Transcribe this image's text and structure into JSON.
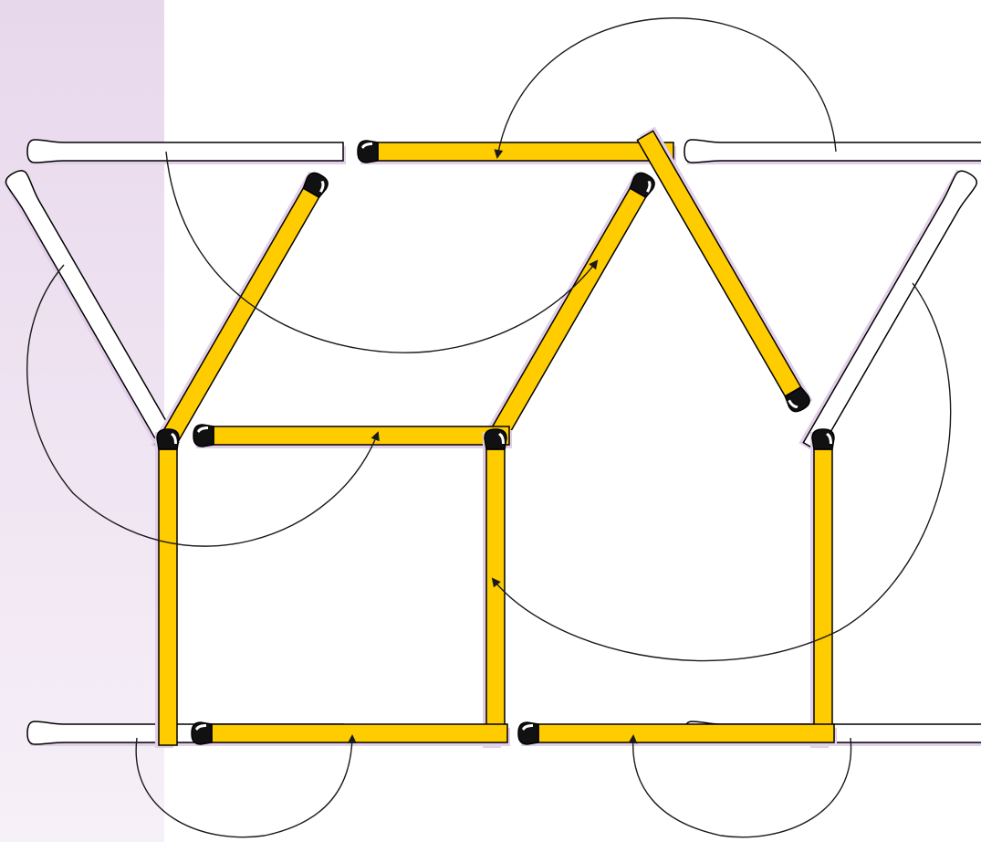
{
  "puzzle": {
    "colors": {
      "background": "#ffffff",
      "side_band_top": "#e8d8ec",
      "side_band_bottom": "#f6f0f8",
      "shadow": "#e2cfe9",
      "match_stick": "#ffcc00",
      "match_head": "#111111",
      "removed_match_fill": "#ffffff",
      "outline": "#000000",
      "arrow": "#1a1a1a"
    },
    "matches": [
      {
        "id": "top-middle",
        "state": "kept"
      },
      {
        "id": "top-left-removed",
        "state": "moved"
      },
      {
        "id": "top-right-removed",
        "state": "moved"
      },
      {
        "id": "left-diagonal-removed",
        "state": "moved"
      },
      {
        "id": "left-diagonal-kept",
        "state": "kept"
      },
      {
        "id": "center-diagonal",
        "state": "kept"
      },
      {
        "id": "right-diagonal-kept",
        "state": "kept"
      },
      {
        "id": "right-diagonal-removed",
        "state": "moved"
      },
      {
        "id": "middle-horizontal",
        "state": "kept"
      },
      {
        "id": "left-vertical",
        "state": "kept"
      },
      {
        "id": "middle-vertical",
        "state": "kept"
      },
      {
        "id": "right-vertical",
        "state": "kept"
      },
      {
        "id": "bottom-left-removed",
        "state": "moved"
      },
      {
        "id": "bottom-left-kept",
        "state": "kept"
      },
      {
        "id": "bottom-right-kept",
        "state": "kept"
      },
      {
        "id": "bottom-right-removed",
        "state": "moved"
      }
    ],
    "moves": [
      {
        "from": "top-right-removed",
        "to": "top-middle"
      },
      {
        "from": "top-left-removed",
        "to": "center-diagonal"
      },
      {
        "from": "left-diagonal-removed",
        "to": "middle-horizontal"
      },
      {
        "from": "right-diagonal-removed",
        "to": "middle-vertical"
      },
      {
        "from": "bottom-left-removed",
        "to": "bottom-left-kept"
      },
      {
        "from": "bottom-right-removed",
        "to": "bottom-right-kept"
      }
    ]
  }
}
